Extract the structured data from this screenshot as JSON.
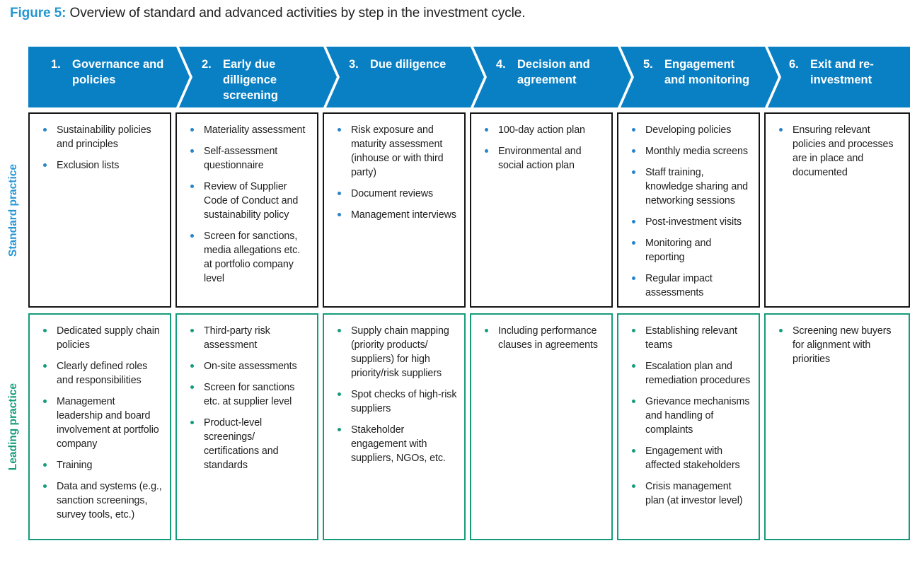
{
  "figure": {
    "label": "Figure 5:",
    "caption": " Overview of standard and advanced activities by step in the investment cycle."
  },
  "row_labels": {
    "standard": "Standard practice",
    "leading": "Leading practice"
  },
  "colors": {
    "arrow_blue": "#0a80c4",
    "accent_blue": "#2496d4",
    "bullet_blue": "#2785c8",
    "green": "#169c7c",
    "box_border": "#151515",
    "text": "#1e1e1e"
  },
  "steps": [
    {
      "number": "1.",
      "title": "Governance and policies",
      "standard": [
        "Sustainability policies and principles",
        "Exclusion lists"
      ],
      "leading": [
        "Dedicated supply chain policies",
        "Clearly defined roles and responsibilities",
        "Management leadership and board involvement at portfolio company",
        "Training",
        "Data and systems (e.g., sanction screenings, survey tools, etc.)"
      ]
    },
    {
      "number": "2.",
      "title": "Early due dilligence screening",
      "standard": [
        "Materiality assessment",
        "Self-assessment questionnaire",
        "Review of Supplier Code of Conduct and sustainability policy",
        "Screen for sanctions, media allegations etc. at portfolio company level"
      ],
      "leading": [
        "Third-party risk assessment",
        "On-site assessments",
        "Screen for sanctions etc. at supplier level",
        "Product-level screenings/ certifications and standards"
      ]
    },
    {
      "number": "3.",
      "title": "Due diligence",
      "standard": [
        "Risk exposure and maturity assessment (inhouse or with third party)",
        "Document reviews",
        "Management interviews"
      ],
      "leading": [
        "Supply chain mapping (priority products/ suppliers) for high priority/risk suppliers",
        "Spot checks of high-risk suppliers",
        "Stakeholder engagement with suppliers, NGOs, etc."
      ]
    },
    {
      "number": "4.",
      "title": "Decision and agreement",
      "standard": [
        "100-day action plan",
        "Environmental and social action plan"
      ],
      "leading": [
        "Including performance clauses in agreements"
      ]
    },
    {
      "number": "5.",
      "title": "Engagement and monitoring",
      "standard": [
        "Developing policies",
        "Monthly media screens",
        "Staff training, knowledge sharing and networking sessions",
        "Post-investment visits",
        "Monitoring and reporting",
        "Regular impact assessments"
      ],
      "leading": [
        "Establishing relevant teams",
        "Escalation plan and remediation procedures",
        "Grievance mechanisms and handling of complaints",
        "Engagement with affected stakeholders",
        "Crisis management plan (at investor level)"
      ]
    },
    {
      "number": "6.",
      "title": "Exit and re-investment",
      "standard": [
        "Ensuring relevant policies and processes are in place and documented"
      ],
      "leading": [
        "Screening new buyers for alignment with priorities"
      ]
    }
  ]
}
